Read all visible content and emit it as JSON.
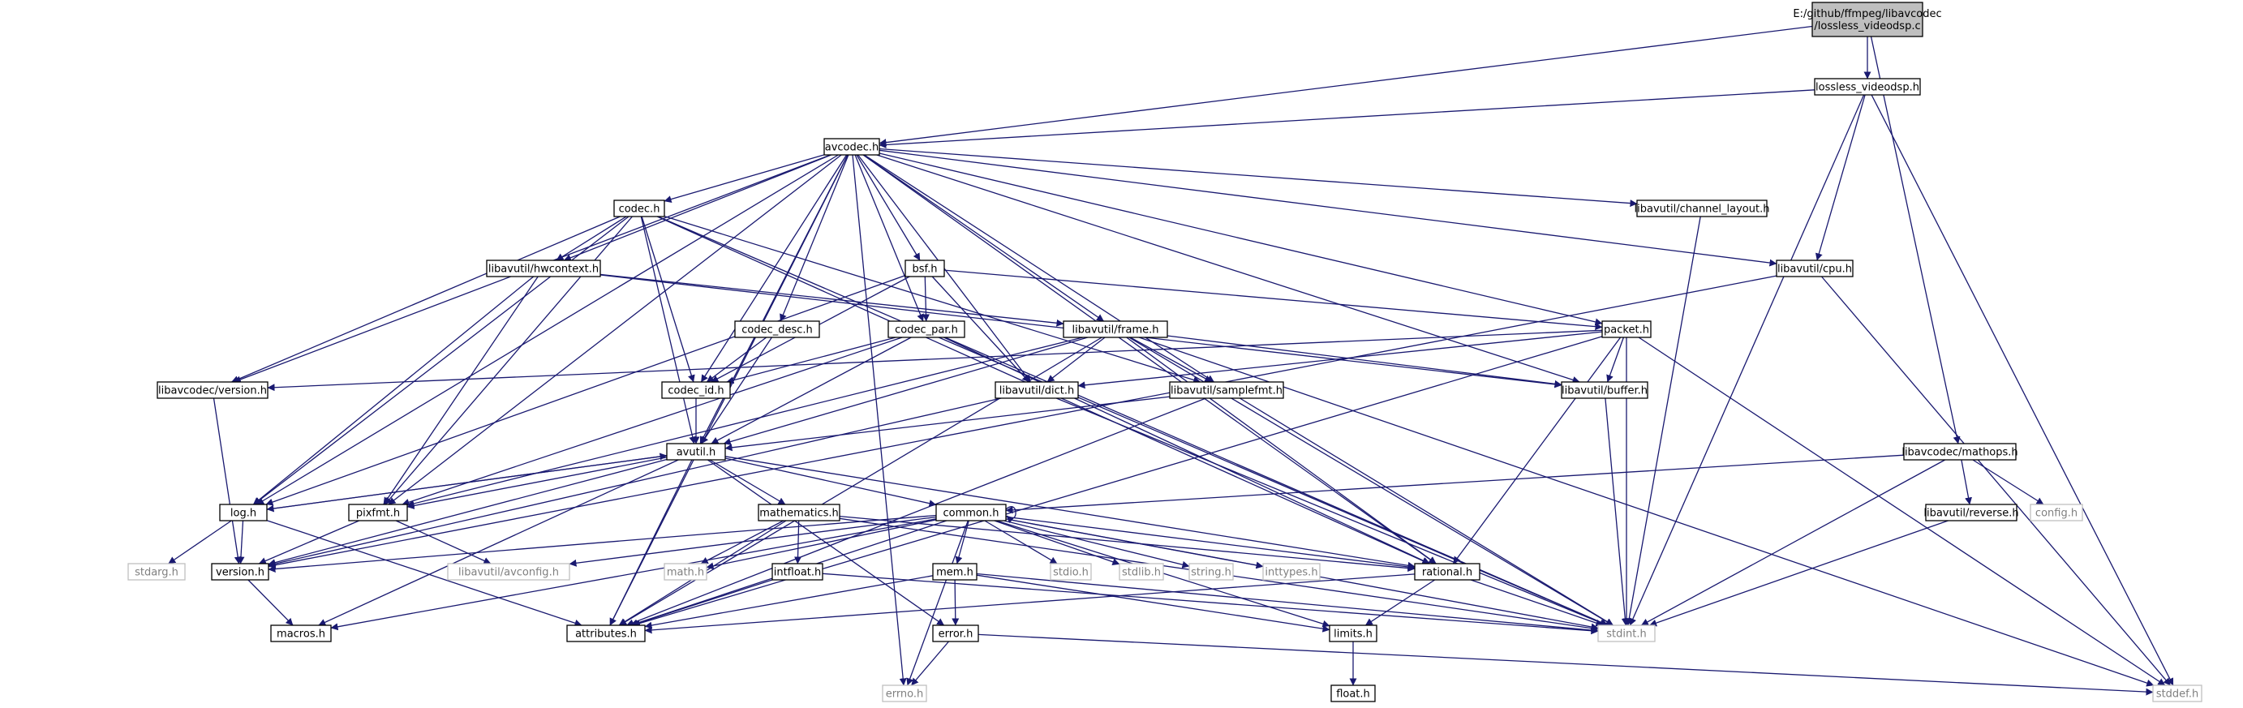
{
  "diagram": {
    "title": "",
    "colors": {
      "edge": "#191970",
      "node_border": "#000000",
      "node_fill": "#ffffff",
      "root_fill": "#bfbfbf",
      "external_border": "#bfbfbf",
      "external_text": "#7f7f7f",
      "text": "#000000"
    },
    "nodes": [
      {
        "id": "root",
        "lines": [
          "E:/github/ffmpeg/libavcodec",
          "/lossless_videodsp.c"
        ],
        "kind": "root"
      },
      {
        "id": "lvdsp",
        "lines": [
          "lossless_videodsp.h"
        ],
        "kind": "header"
      },
      {
        "id": "avcodec",
        "lines": [
          "avcodec.h"
        ],
        "kind": "header"
      },
      {
        "id": "codec",
        "lines": [
          "codec.h"
        ],
        "kind": "header"
      },
      {
        "id": "chlayout",
        "lines": [
          "libavutil/channel_layout.h"
        ],
        "kind": "header"
      },
      {
        "id": "hwcontext",
        "lines": [
          "libavutil/hwcontext.h"
        ],
        "kind": "header"
      },
      {
        "id": "bsf",
        "lines": [
          "bsf.h"
        ],
        "kind": "header"
      },
      {
        "id": "cpu",
        "lines": [
          "libavutil/cpu.h"
        ],
        "kind": "header"
      },
      {
        "id": "codecdesc",
        "lines": [
          "codec_desc.h"
        ],
        "kind": "header"
      },
      {
        "id": "codecpar",
        "lines": [
          "codec_par.h"
        ],
        "kind": "header"
      },
      {
        "id": "frame",
        "lines": [
          "libavutil/frame.h"
        ],
        "kind": "header"
      },
      {
        "id": "packet",
        "lines": [
          "packet.h"
        ],
        "kind": "header"
      },
      {
        "id": "version_c",
        "lines": [
          "libavcodec/version.h"
        ],
        "kind": "header"
      },
      {
        "id": "codecid",
        "lines": [
          "codec_id.h"
        ],
        "kind": "header"
      },
      {
        "id": "dict",
        "lines": [
          "libavutil/dict.h"
        ],
        "kind": "header"
      },
      {
        "id": "samplefmt",
        "lines": [
          "libavutil/samplefmt.h"
        ],
        "kind": "header"
      },
      {
        "id": "buffer",
        "lines": [
          "libavutil/buffer.h"
        ],
        "kind": "header"
      },
      {
        "id": "mathops",
        "lines": [
          "libavcodec/mathops.h"
        ],
        "kind": "header"
      },
      {
        "id": "avutil",
        "lines": [
          "avutil.h"
        ],
        "kind": "header"
      },
      {
        "id": "log",
        "lines": [
          "log.h"
        ],
        "kind": "header"
      },
      {
        "id": "pixfmt",
        "lines": [
          "pixfmt.h"
        ],
        "kind": "header"
      },
      {
        "id": "mathematics",
        "lines": [
          "mathematics.h"
        ],
        "kind": "header"
      },
      {
        "id": "common",
        "lines": [
          "common.h"
        ],
        "kind": "header"
      },
      {
        "id": "reverse",
        "lines": [
          "libavutil/reverse.h"
        ],
        "kind": "header"
      },
      {
        "id": "config",
        "lines": [
          "config.h"
        ],
        "kind": "external"
      },
      {
        "id": "stdarg",
        "lines": [
          "stdarg.h"
        ],
        "kind": "external"
      },
      {
        "id": "version_u",
        "lines": [
          "version.h"
        ],
        "kind": "header"
      },
      {
        "id": "avconfig",
        "lines": [
          "libavutil/avconfig.h"
        ],
        "kind": "external"
      },
      {
        "id": "math",
        "lines": [
          "math.h"
        ],
        "kind": "external"
      },
      {
        "id": "intfloat",
        "lines": [
          "intfloat.h"
        ],
        "kind": "header"
      },
      {
        "id": "mem",
        "lines": [
          "mem.h"
        ],
        "kind": "header"
      },
      {
        "id": "stdio",
        "lines": [
          "stdio.h"
        ],
        "kind": "external"
      },
      {
        "id": "stdlib",
        "lines": [
          "stdlib.h"
        ],
        "kind": "external"
      },
      {
        "id": "string",
        "lines": [
          "string.h"
        ],
        "kind": "external"
      },
      {
        "id": "inttypes",
        "lines": [
          "inttypes.h"
        ],
        "kind": "external"
      },
      {
        "id": "rational",
        "lines": [
          "rational.h"
        ],
        "kind": "header"
      },
      {
        "id": "macros",
        "lines": [
          "macros.h"
        ],
        "kind": "header"
      },
      {
        "id": "attributes",
        "lines": [
          "attributes.h"
        ],
        "kind": "header"
      },
      {
        "id": "error",
        "lines": [
          "error.h"
        ],
        "kind": "header"
      },
      {
        "id": "limits",
        "lines": [
          "limits.h"
        ],
        "kind": "header"
      },
      {
        "id": "stdint",
        "lines": [
          "stdint.h"
        ],
        "kind": "external"
      },
      {
        "id": "float",
        "lines": [
          "float.h"
        ],
        "kind": "header"
      },
      {
        "id": "errno",
        "lines": [
          "errno.h"
        ],
        "kind": "external"
      },
      {
        "id": "stddef",
        "lines": [
          "stddef.h"
        ],
        "kind": "external"
      }
    ],
    "edges": [
      [
        "root",
        "avcodec"
      ],
      [
        "root",
        "lvdsp"
      ],
      [
        "root",
        "mathops"
      ],
      [
        "lvdsp",
        "avcodec"
      ],
      [
        "lvdsp",
        "cpu"
      ],
      [
        "lvdsp",
        "stdint"
      ],
      [
        "lvdsp",
        "stddef"
      ],
      [
        "avcodec",
        "errno"
      ],
      [
        "avcodec",
        "attributes"
      ],
      [
        "avcodec",
        "log"
      ],
      [
        "avcodec",
        "pixfmt"
      ],
      [
        "avcodec",
        "version_c"
      ],
      [
        "avcodec",
        "avutil"
      ],
      [
        "avcodec",
        "codec"
      ],
      [
        "avcodec",
        "hwcontext"
      ],
      [
        "avcodec",
        "dict"
      ],
      [
        "avcodec",
        "codecdesc"
      ],
      [
        "avcodec",
        "codecid"
      ],
      [
        "avcodec",
        "codecpar"
      ],
      [
        "avcodec",
        "bsf"
      ],
      [
        "avcodec",
        "frame"
      ],
      [
        "avcodec",
        "samplefmt"
      ],
      [
        "avcodec",
        "rational"
      ],
      [
        "avcodec",
        "chlayout"
      ],
      [
        "avcodec",
        "cpu"
      ],
      [
        "avcodec",
        "buffer"
      ],
      [
        "avcodec",
        "packet"
      ],
      [
        "codec",
        "version_c"
      ],
      [
        "codec",
        "hwcontext"
      ],
      [
        "codec",
        "log"
      ],
      [
        "codec",
        "pixfmt"
      ],
      [
        "codec",
        "avutil"
      ],
      [
        "codec",
        "codecid"
      ],
      [
        "codec",
        "samplefmt"
      ],
      [
        "codec",
        "rational"
      ],
      [
        "codec",
        "stdint"
      ],
      [
        "chlayout",
        "stdint"
      ],
      [
        "hwcontext",
        "log"
      ],
      [
        "hwcontext",
        "pixfmt"
      ],
      [
        "hwcontext",
        "frame"
      ],
      [
        "hwcontext",
        "buffer"
      ],
      [
        "bsf",
        "codecpar"
      ],
      [
        "bsf",
        "codecid"
      ],
      [
        "bsf",
        "dict"
      ],
      [
        "bsf",
        "log"
      ],
      [
        "bsf",
        "packet"
      ],
      [
        "cpu",
        "version_u"
      ],
      [
        "cpu",
        "stddef"
      ],
      [
        "codecdesc",
        "avutil"
      ],
      [
        "codecdesc",
        "codecid"
      ],
      [
        "codecpar",
        "avutil"
      ],
      [
        "codecpar",
        "codecid"
      ],
      [
        "codecpar",
        "pixfmt"
      ],
      [
        "codecpar",
        "rational"
      ],
      [
        "codecpar",
        "stdint"
      ],
      [
        "frame",
        "avutil"
      ],
      [
        "frame",
        "dict"
      ],
      [
        "frame",
        "samplefmt"
      ],
      [
        "frame",
        "buffer"
      ],
      [
        "frame",
        "rational"
      ],
      [
        "frame",
        "pixfmt"
      ],
      [
        "frame",
        "attributes"
      ],
      [
        "frame",
        "stddef"
      ],
      [
        "frame",
        "stdint"
      ],
      [
        "packet",
        "version_c"
      ],
      [
        "packet",
        "dict"
      ],
      [
        "packet",
        "buffer"
      ],
      [
        "packet",
        "rational"
      ],
      [
        "packet",
        "stdint"
      ],
      [
        "packet",
        "stddef"
      ],
      [
        "packet",
        "attributes"
      ],
      [
        "version_c",
        "version_u"
      ],
      [
        "codecid",
        "avutil"
      ],
      [
        "dict",
        "stdint"
      ],
      [
        "dict",
        "version_u"
      ],
      [
        "samplefmt",
        "avutil"
      ],
      [
        "samplefmt",
        "attributes"
      ],
      [
        "samplefmt",
        "stdint"
      ],
      [
        "buffer",
        "stdint"
      ],
      [
        "mathops",
        "common"
      ],
      [
        "mathops",
        "reverse"
      ],
      [
        "mathops",
        "config"
      ],
      [
        "mathops",
        "stdint"
      ],
      [
        "reverse",
        "stdint"
      ],
      [
        "avutil",
        "log"
      ],
      [
        "avutil",
        "pixfmt"
      ],
      [
        "avutil",
        "mathematics"
      ],
      [
        "avutil",
        "common"
      ],
      [
        "avutil",
        "rational"
      ],
      [
        "avutil",
        "version_u"
      ],
      [
        "avutil",
        "macros"
      ],
      [
        "avutil",
        "error"
      ],
      [
        "avutil",
        "attributes"
      ],
      [
        "log",
        "stdarg"
      ],
      [
        "log",
        "version_u"
      ],
      [
        "log",
        "attributes"
      ],
      [
        "log",
        "avutil"
      ],
      [
        "pixfmt",
        "avconfig"
      ],
      [
        "pixfmt",
        "version_u"
      ],
      [
        "mathematics",
        "math"
      ],
      [
        "mathematics",
        "intfloat"
      ],
      [
        "mathematics",
        "rational"
      ],
      [
        "mathematics",
        "attributes"
      ],
      [
        "mathematics",
        "stdint"
      ],
      [
        "common",
        "common"
      ],
      [
        "common",
        "attributes"
      ],
      [
        "common",
        "macros"
      ],
      [
        "common",
        "version_u"
      ],
      [
        "common",
        "avconfig"
      ],
      [
        "common",
        "math"
      ],
      [
        "common",
        "mem"
      ],
      [
        "common",
        "stdio"
      ],
      [
        "common",
        "stdlib"
      ],
      [
        "common",
        "string"
      ],
      [
        "common",
        "inttypes"
      ],
      [
        "common",
        "errno"
      ],
      [
        "common",
        "limits"
      ],
      [
        "common",
        "stdint"
      ],
      [
        "common",
        "rational"
      ],
      [
        "intfloat",
        "attributes"
      ],
      [
        "intfloat",
        "stdint"
      ],
      [
        "mem",
        "attributes"
      ],
      [
        "mem",
        "error"
      ],
      [
        "mem",
        "limits"
      ],
      [
        "mem",
        "stdint"
      ],
      [
        "rational",
        "attributes"
      ],
      [
        "rational",
        "limits"
      ],
      [
        "rational",
        "stdint"
      ],
      [
        "error",
        "errno"
      ],
      [
        "error",
        "stddef"
      ],
      [
        "limits",
        "float"
      ],
      [
        "version_u",
        "macros"
      ]
    ]
  }
}
